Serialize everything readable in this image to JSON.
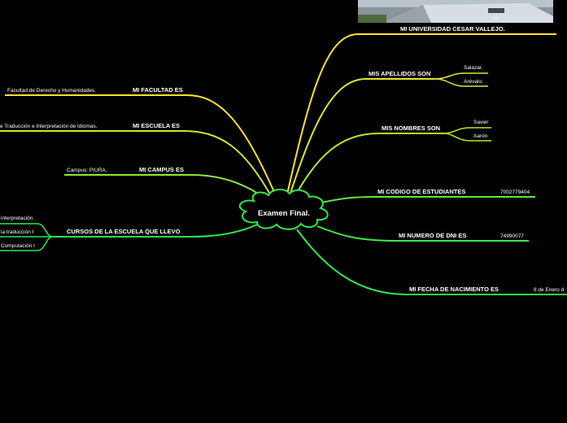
{
  "center": {
    "title": "Examen Final."
  },
  "right_branches": [
    {
      "label": "MI UNIVERSIDAD CESAR VALLEJO.",
      "children": []
    },
    {
      "label": "MIS APELLIDOS SON",
      "children": [
        "Salazar.",
        "Arévalo."
      ]
    },
    {
      "label": "MIS NOMBRES SON",
      "children": [
        "Savier",
        "Aarón"
      ]
    },
    {
      "label": "MI CODIGO DE ESTUDIANTES",
      "value": "7002779404"
    },
    {
      "label": "MI NUMERO DE DNI ES",
      "value": "74990077"
    },
    {
      "label": "MI FECHA DE NACIMIENTO ES",
      "value": "8 de Enero d"
    }
  ],
  "left_branches": [
    {
      "label": "MI FACULTAD ES",
      "value": "Facultad de Derecho y Humanidades."
    },
    {
      "label": "MI ESCUELA ES",
      "value": "e Traducción e Interpretación de Idiomas."
    },
    {
      "label": "MI CAMPUS ES",
      "value": "Campus: PIURA."
    },
    {
      "label": "CURSOS DE LA ESCUELA QUE LLEVO",
      "children": [
        "interpretación.",
        "la traducción I",
        "Computación I"
      ]
    }
  ],
  "colors": {
    "background": "#000000",
    "yellow": "#ffe22a",
    "yellow_green": "#cfe82a",
    "green": "#2ee84a",
    "text": "#ffffff"
  },
  "icons": {
    "center": "cloud-shape",
    "photo": "university-building-photo"
  }
}
